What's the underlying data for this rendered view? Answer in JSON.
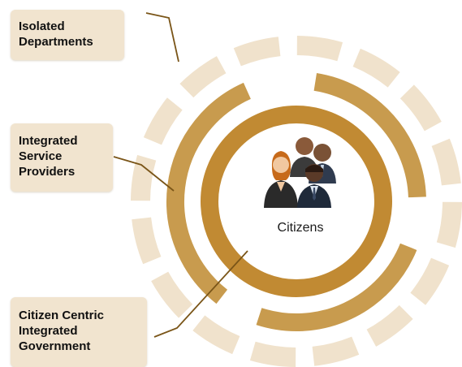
{
  "diagram": {
    "center_label": "Citizens",
    "center_icon": "people-group-icon",
    "rings": [
      {
        "lines": [
          "Isolated",
          "Departments"
        ]
      },
      {
        "lines": [
          "Integrated",
          "Service",
          "Providers"
        ]
      },
      {
        "lines": [
          "Citizen Centric",
          "Integrated",
          "Government"
        ]
      }
    ],
    "colors": {
      "outer_ring": "#f0e2cc",
      "middle_ring": "#c89b4e",
      "inner_ring": "#c18a33",
      "label_fill": "#f1e4cf",
      "connector": "#7a5518"
    }
  }
}
